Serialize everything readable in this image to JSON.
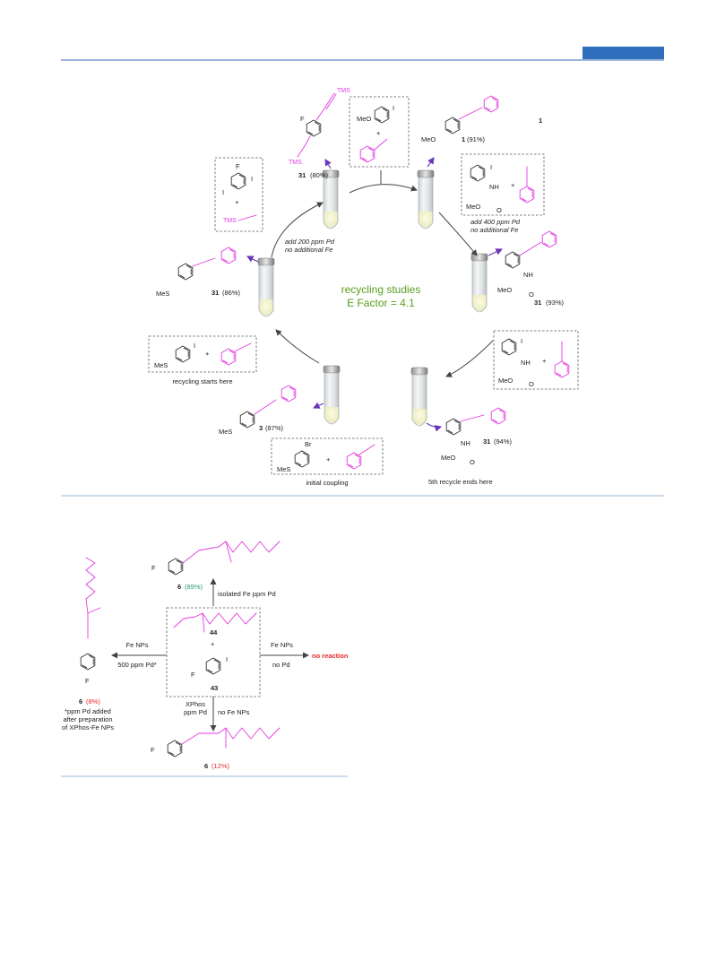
{
  "colors": {
    "accent_blue": "#2f6fbe",
    "rule_blue": "#3a6bb0",
    "magenta": "#e23be0",
    "green": "#5a9e1e",
    "red": "#e8282e",
    "teal": "#2e9a6a",
    "purple": "#6a35b8"
  },
  "top_scheme": {
    "center_title": "recycling studies",
    "center_efactor": "E Factor = 4.1",
    "tms": "TMS",
    "F": "F",
    "I": "I",
    "Br": "Br",
    "MeO": "MeO",
    "MeS": "MeS",
    "NH": "NH",
    "O": "O",
    "plus": "+",
    "label_1": "1",
    "p31_80_num": "31",
    "p31_80_yield": "(80%)",
    "p1_num": "1",
    "p1_yield": "(91%)",
    "p31_86_num": "31",
    "p31_86_yield": "(86%)",
    "p31_93_num": "31",
    "p31_93_yield": "(93%)",
    "p3_num": "3",
    "p3_yield": "(87%)",
    "p31_94_num": "31",
    "p31_94_yield": "(94%)",
    "add200_line1": "add 200 ppm Pd",
    "add200_line2": "no additional Fe",
    "add400_line1": "add 400 ppm Pd",
    "add400_line2": "no additional Fe",
    "recycling_starts": "recycling starts here",
    "initial_coupling": "initial coupling",
    "fifth_recycle": "5th recycle ends here"
  },
  "bottom_scheme": {
    "top_num": "6",
    "top_yield": "(89%)",
    "top_arrow_label": "isolated Fe ppm Pd",
    "sm1_num": "44",
    "sm2_num": "43",
    "plus": "+",
    "F": "F",
    "I": "I",
    "left_arrow_l1": "Fe NPs",
    "left_arrow_l2": "500 ppm Pd*",
    "left_num": "6",
    "left_yield": "(8%)",
    "footnote_l1": "*ppm Pd added",
    "footnote_l2": "after preparation",
    "footnote_l3": "of XPhos-Fe NPs",
    "right_arrow_l1": "Fe NPs",
    "right_arrow_l2": "no Pd",
    "no_reaction": "no reaction",
    "bottom_arrow_left_l1": "XPhos",
    "bottom_arrow_left_l2": "ppm Pd",
    "bottom_arrow_right": "no Fe NPs",
    "bottom_num": "6",
    "bottom_yield": "(12%)"
  }
}
